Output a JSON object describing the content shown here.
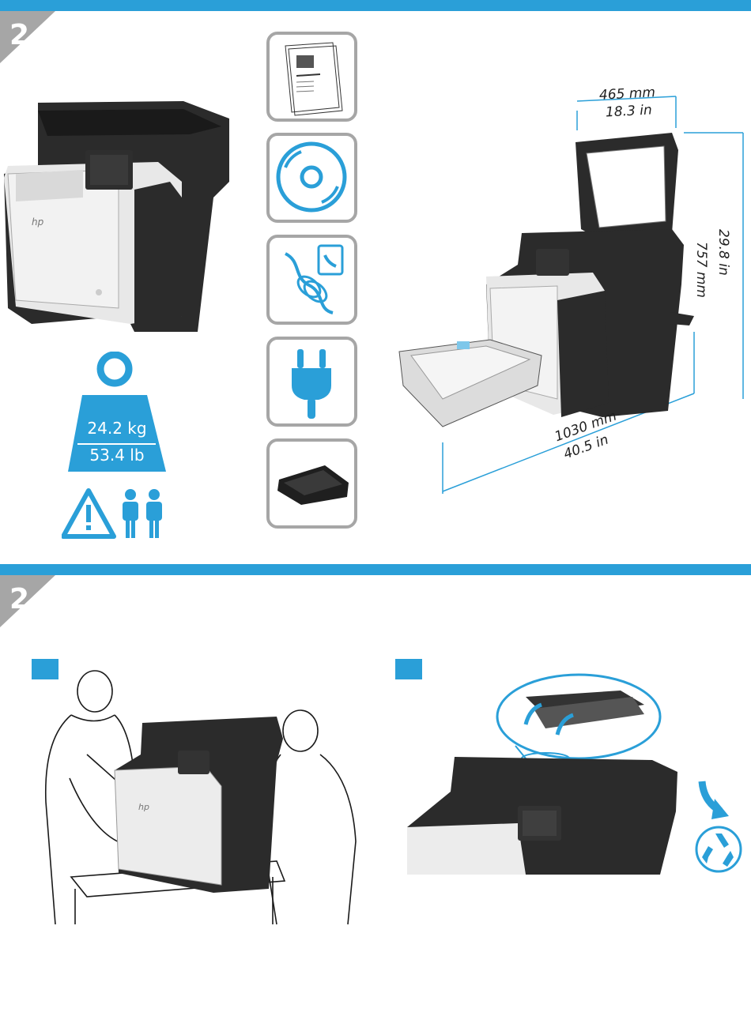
{
  "colors": {
    "accent": "#2a9fd8",
    "grey": "#a6a6a6",
    "dark": "#2b2b2b"
  },
  "dimensions": {
    "width_mm": "465 mm",
    "width_in": "18.3 in",
    "height_mm": "757 mm",
    "height_in": "29.8 in",
    "depth_mm": "1030 mm",
    "depth_in": "40.5 in"
  },
  "weight": {
    "kg": "24.2 kg",
    "lb": "53.4 lb"
  },
  "box_contents": [
    {
      "icon": "manual-icon"
    },
    {
      "icon": "cd-icon"
    },
    {
      "icon": "cable-icon"
    },
    {
      "icon": "power-plug-icon"
    },
    {
      "icon": "toner-cartridge-icon"
    }
  ],
  "sections": [
    {
      "icon": "section-number-icon"
    },
    {
      "icon": "section-number-icon"
    }
  ],
  "steps": [
    {
      "icon": "step-marker"
    },
    {
      "icon": "step-marker"
    }
  ]
}
